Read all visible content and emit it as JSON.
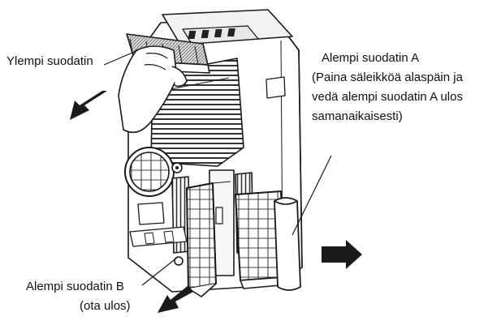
{
  "labels": {
    "upper_filter": "Ylempi suodatin",
    "lower_filter_a_title": "Alempi suodatin A",
    "lower_filter_a_line1": "(Paina säleikköä alaspäin ja",
    "lower_filter_a_line2": "vedä alempi suodatin A ulos",
    "lower_filter_a_line3": "samanaikaisesti)",
    "lower_filter_b_title": "Alempi suodatin B",
    "lower_filter_b_note": "(ota ulos)"
  },
  "colors": {
    "line": "#1a1a1a",
    "arrow": "#1a1a1a",
    "background": "#ffffff"
  },
  "icons": {
    "arrows": [
      "arrow-up-left-icon",
      "arrow-right-icon",
      "arrow-down-left-icon"
    ],
    "hand": "hand-icon",
    "vent": "vent-grille-icon"
  }
}
